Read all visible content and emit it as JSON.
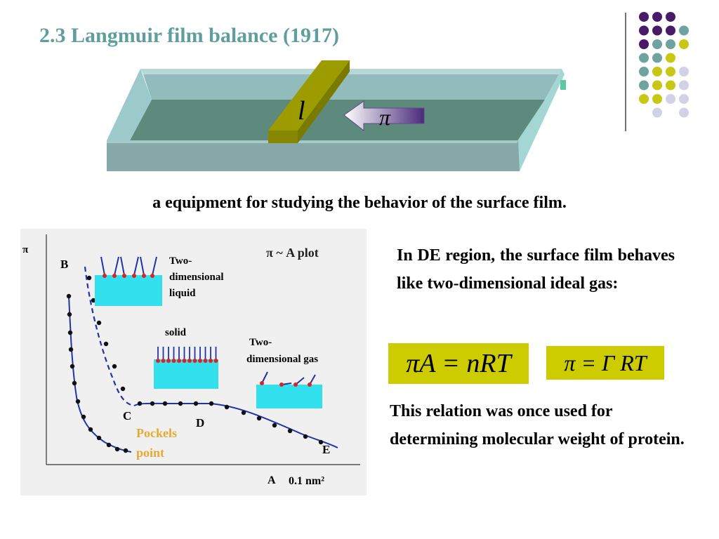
{
  "slide": {
    "title": "2.3 Langmuir film balance (1917)",
    "caption": "a equipment for studying the behavior of the surface film.",
    "paragraph1": "In DE region, the surface film behaves like two-dimensional ideal gas:",
    "equation1": "πA = nRT",
    "equation2": "π = Γ RT",
    "paragraph2": "This relation was once used for determining molecular weight of protein."
  },
  "trough": {
    "barrier_symbol": "l",
    "pressure_symbol": "π"
  },
  "plot": {
    "y_axis_label": "π",
    "x_axis_label": "A",
    "x_unit": "0.1 nm²",
    "plot_title": "π ~ A plot",
    "point_labels": [
      "B",
      "C",
      "D",
      "E"
    ],
    "annotations": {
      "liquid": [
        "Two-",
        "dimensional",
        "liquid"
      ],
      "solid": "solid",
      "gas": [
        "Two-",
        "dimensional gas"
      ],
      "pockels": [
        "Pockels",
        "point"
      ]
    }
  },
  "colors": {
    "title": "#5e9e9c",
    "equation_box": "#cccc00",
    "trough_water": "#5e8a7e",
    "trough_wall": "#a8cccc",
    "barrier": "#9c9c00",
    "plot_curve": "#2233aa",
    "plot_points": "#111111",
    "film_box": "#33e0ee",
    "molecule_head": "#dd2222",
    "pockels_label": "#e6aa33"
  }
}
